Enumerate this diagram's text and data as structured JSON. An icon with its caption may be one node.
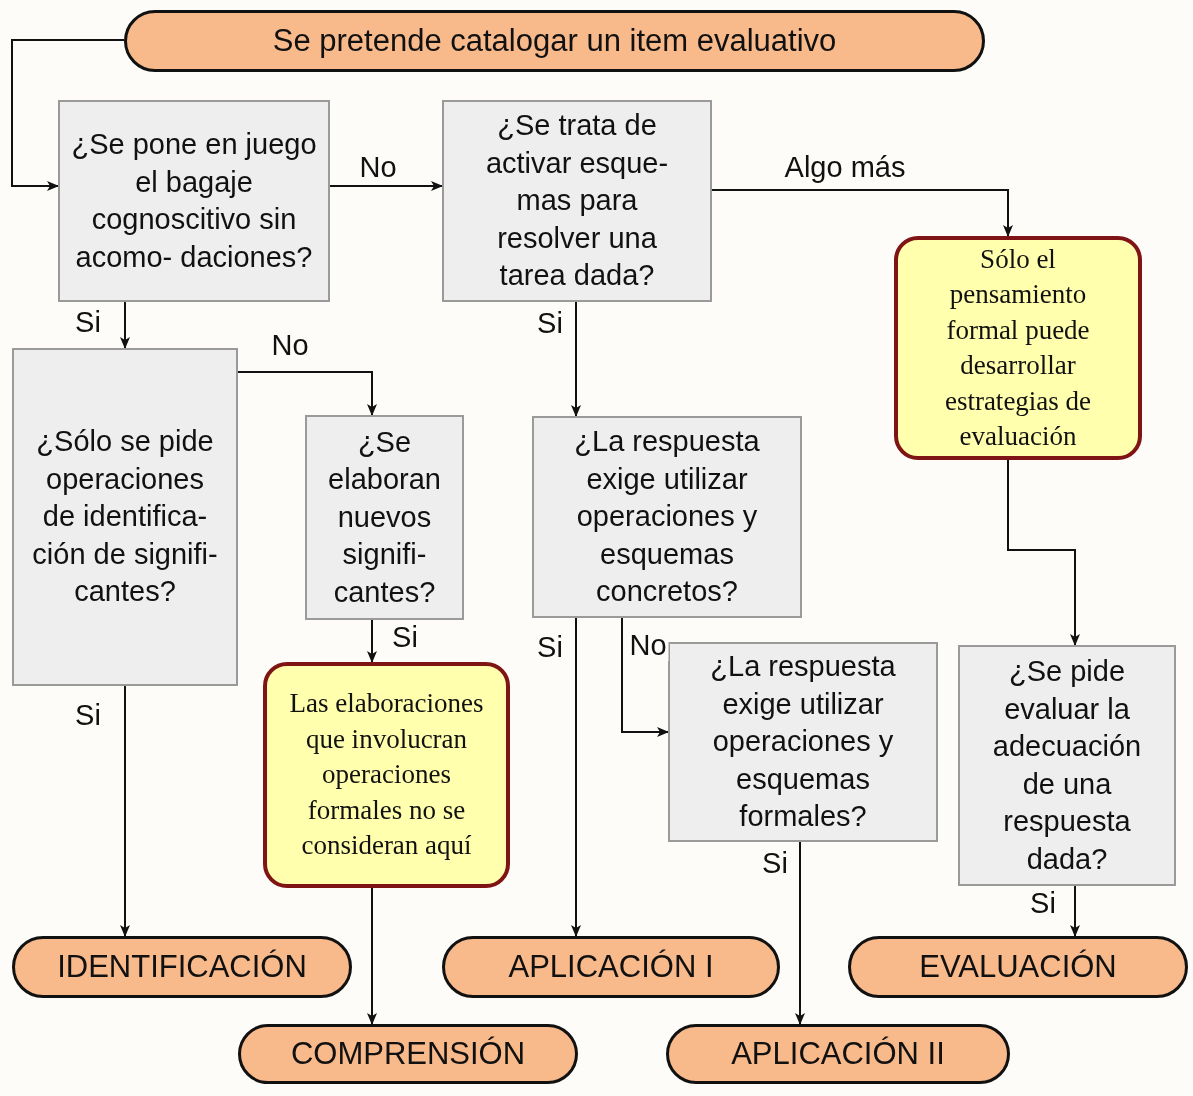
{
  "diagram": {
    "nodes": [
      {
        "text": [
          "Se pretende catalogar un item evaluativo"
        ]
      },
      {
        "text": [
          "¿Se pone en juego el bagaje cognoscitivo sin acomo- daciones?"
        ]
      },
      {
        "text": [
          "¿Se trata de activar esque- mas para resolver una tarea dada?"
        ]
      },
      {
        "text": [
          "Sólo el pensamiento formal puede desarrollar estrategias de evaluación"
        ]
      },
      {
        "text": [
          "¿Sólo se pide operaciones de identifica- ción de signifi- cantes?"
        ]
      },
      {
        "text": [
          "¿Se elaboran nuevos signifi- cantes?"
        ]
      },
      {
        "text": [
          "¿La respuesta exige utilizar operaciones y esquemas concretos?"
        ]
      },
      {
        "text": [
          "Las elaboraciones que involucran operaciones formales no se consideran aquí"
        ]
      },
      {
        "text": [
          "¿La respuesta exige utilizar operaciones y esquemas formales?"
        ]
      },
      {
        "text": [
          "¿Se pide evaluar la adecuación de una respuesta dada?"
        ]
      },
      {
        "text": [
          "IDENTIFICACIÓN"
        ]
      },
      {
        "text": [
          "APLICACIÓN I"
        ]
      },
      {
        "text": [
          "EVALUACIÓN"
        ]
      },
      {
        "text": [
          "COMPRENSIÓN"
        ]
      },
      {
        "text": [
          "APLICACIÓN II"
        ]
      }
    ],
    "edges": [
      {
        "from": 0,
        "to": 1,
        "arrow": "to"
      },
      {
        "from": 1,
        "to": 2,
        "arrow": "to",
        "label": "No"
      },
      {
        "from": 2,
        "to": 3,
        "arrow": "to",
        "label": "Algo más"
      },
      {
        "from": 1,
        "to": 4,
        "arrow": "to",
        "label": "Si"
      },
      {
        "from": 4,
        "to": 5,
        "arrow": "to",
        "label": "No"
      },
      {
        "from": 4,
        "to": 10,
        "arrow": "to",
        "label": "Si"
      },
      {
        "from": 5,
        "to": 7,
        "arrow": "to",
        "label": "Si"
      },
      {
        "from": 7,
        "to": 13,
        "arrow": "to"
      },
      {
        "from": 2,
        "to": 6,
        "arrow": "to",
        "label": "Si"
      },
      {
        "from": 6,
        "to": 11,
        "arrow": "to",
        "label": "Si"
      },
      {
        "from": 6,
        "to": 8,
        "arrow": "to",
        "label": "No"
      },
      {
        "from": 8,
        "to": 14,
        "arrow": "to",
        "label": "Si"
      },
      {
        "from": 3,
        "to": 9,
        "arrow": "to"
      },
      {
        "from": 9,
        "to": 12,
        "arrow": "to",
        "label": "Si"
      }
    ]
  }
}
